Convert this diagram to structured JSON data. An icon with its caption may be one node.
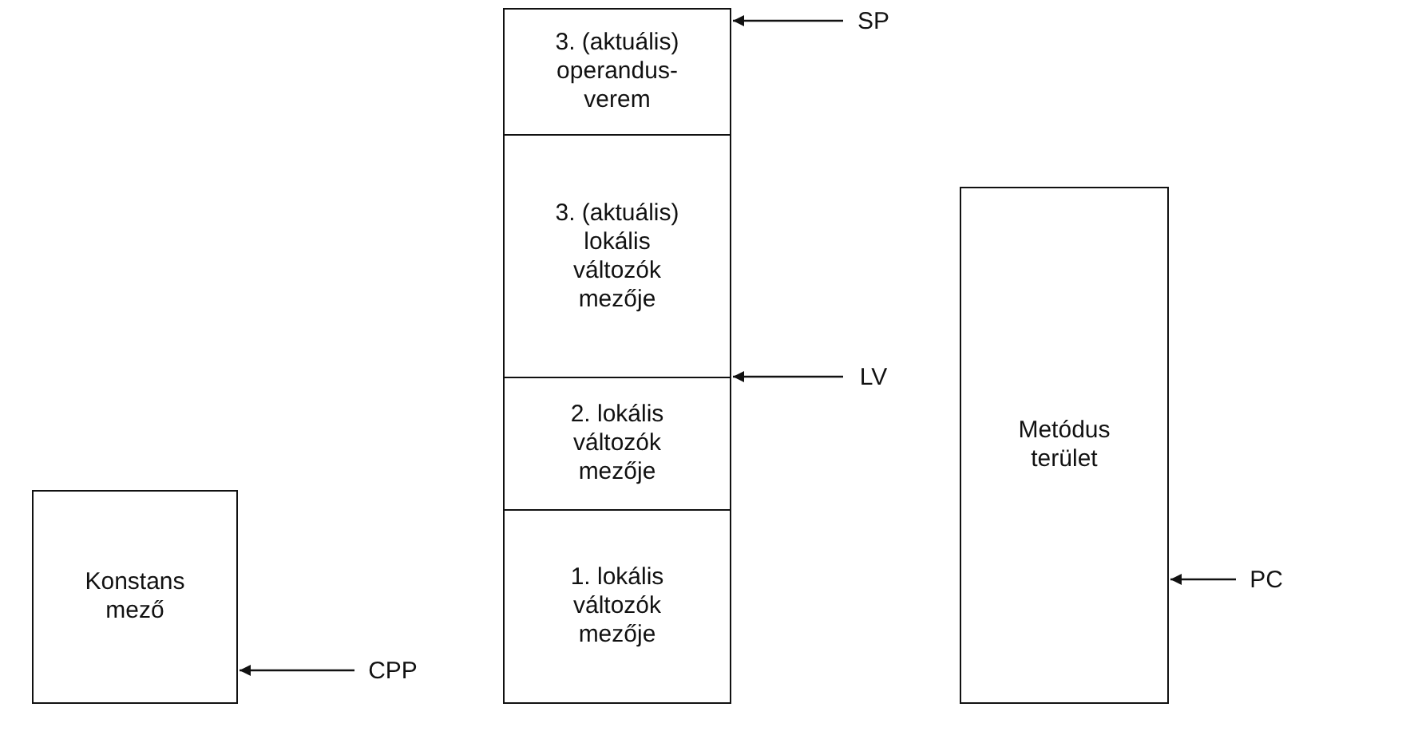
{
  "diagram": {
    "nodes": [
      {
        "text": [
          "3. (aktuális) operandus-verem"
        ]
      },
      {
        "text": [
          "3. (aktuális) lokális változók mezője"
        ]
      },
      {
        "text": [
          "2. lokális változók mezője"
        ]
      },
      {
        "text": [
          "1. lokális változók mezője"
        ]
      },
      {
        "text": [
          "Konstans mező"
        ]
      },
      {
        "text": [
          "Metódus terület"
        ]
      },
      {
        "text": [
          "SP"
        ]
      },
      {
        "text": [
          "LV"
        ]
      },
      {
        "text": [
          "PC"
        ]
      },
      {
        "text": [
          "CPP"
        ]
      }
    ],
    "edges": [
      {
        "from": 6,
        "to": 0,
        "arrow": "to"
      },
      {
        "from": 7,
        "to": 1,
        "arrow": "to"
      },
      {
        "from": 8,
        "to": 5,
        "arrow": "to"
      },
      {
        "from": 9,
        "to": 4,
        "arrow": "to"
      }
    ]
  }
}
